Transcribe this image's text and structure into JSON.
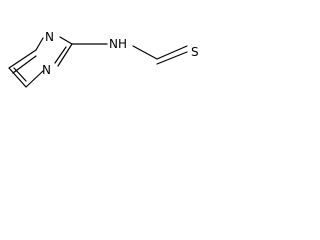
{
  "molecule": {
    "atoms": {
      "ring_n_upper": "N",
      "ring_n_lower": "N",
      "amine_nh": "NH",
      "thio_s": "S"
    }
  },
  "colors": {
    "background": "#ffffff",
    "ink": "#000000"
  }
}
